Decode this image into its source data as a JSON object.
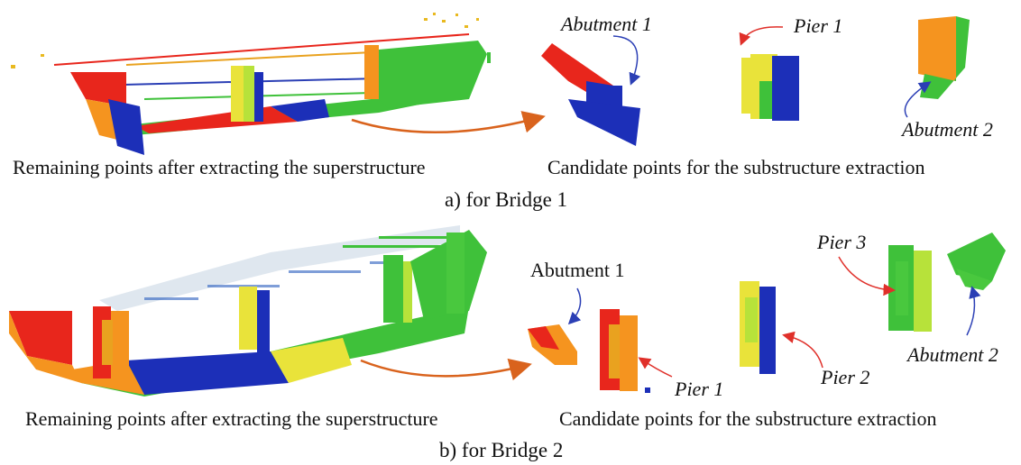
{
  "panel_a": {
    "left_caption": "Remaining points after extracting the superstructure",
    "right_caption": "Candidate points for the substructure extraction",
    "subcaption": "a) for Bridge 1",
    "labels": {
      "abutment1": "Abutment 1",
      "pier1": "Pier 1",
      "abutment2": "Abutment 2"
    }
  },
  "panel_b": {
    "left_caption": "Remaining points after extracting the superstructure",
    "right_caption": "Candidate points for the substructure extraction",
    "subcaption": "b) for Bridge 2",
    "labels": {
      "abutment1": "Abutment 1",
      "pier1": "Pier 1",
      "pier2": "Pier 2",
      "pier3": "Pier 3",
      "abutment2": "Abutment 2"
    }
  },
  "colors": {
    "red": "#e8261c",
    "orange": "#f5941f",
    "yellow": "#e9e33a",
    "lime": "#b7e23a",
    "green": "#3fc13a",
    "blue": "#1c2fb8",
    "arrow_orange": "#d9631d",
    "arrow_red": "#e0302a",
    "arrow_blue": "#2b3fb5"
  }
}
